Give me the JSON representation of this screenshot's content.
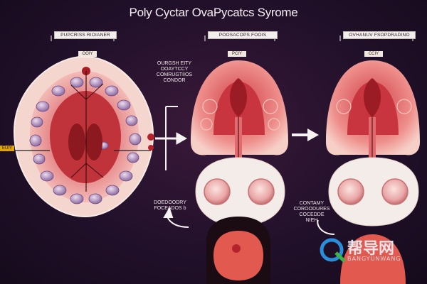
{
  "title": "Poly Cyctar OvaPycatcs Syrome",
  "labels": {
    "left_header": "PUPCRISS RIOIANER",
    "left_tag": "OOIY",
    "middle_header": "POOSACOPS FOOIS",
    "middle_tag": "PCIY",
    "right_header": "OVHANUV FSOPDRADINO",
    "right_tag": "CCIY",
    "side_tag": "EUIY"
  },
  "notes": {
    "top_middle": [
      "OURGSH EITY",
      "OOAYTCCY",
      "COMRUGTIIOS",
      "CONDOR"
    ],
    "bottom_left": [
      "DOEDOODRY",
      "FOCEADOS b"
    ],
    "bottom_right": [
      "CONTAMY",
      "COROODURES",
      "COCEDDE",
      "NIEH"
    ]
  },
  "watermark": {
    "text_cn": "帮导网",
    "text_en": "BANGYUNWANG"
  },
  "colors": {
    "background": "#22102a",
    "tissue": "#e8797a",
    "tissue_dark": "#b8232d",
    "follicle": "#a887b4",
    "outline": "#f3dcd6",
    "arrow": "#f7f3f3"
  }
}
